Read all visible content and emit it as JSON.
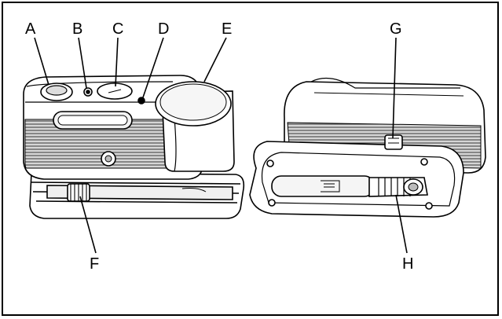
{
  "colors": {
    "stroke": "#000000",
    "body": "#ffffff",
    "light": "#e8e8e8",
    "mid": "#cfcfcf",
    "dark": "#6e6e6e"
  },
  "labels": {
    "a": "A",
    "b": "B",
    "c": "C",
    "d": "D",
    "e": "E",
    "f": "F",
    "g": "G",
    "h": "H"
  }
}
